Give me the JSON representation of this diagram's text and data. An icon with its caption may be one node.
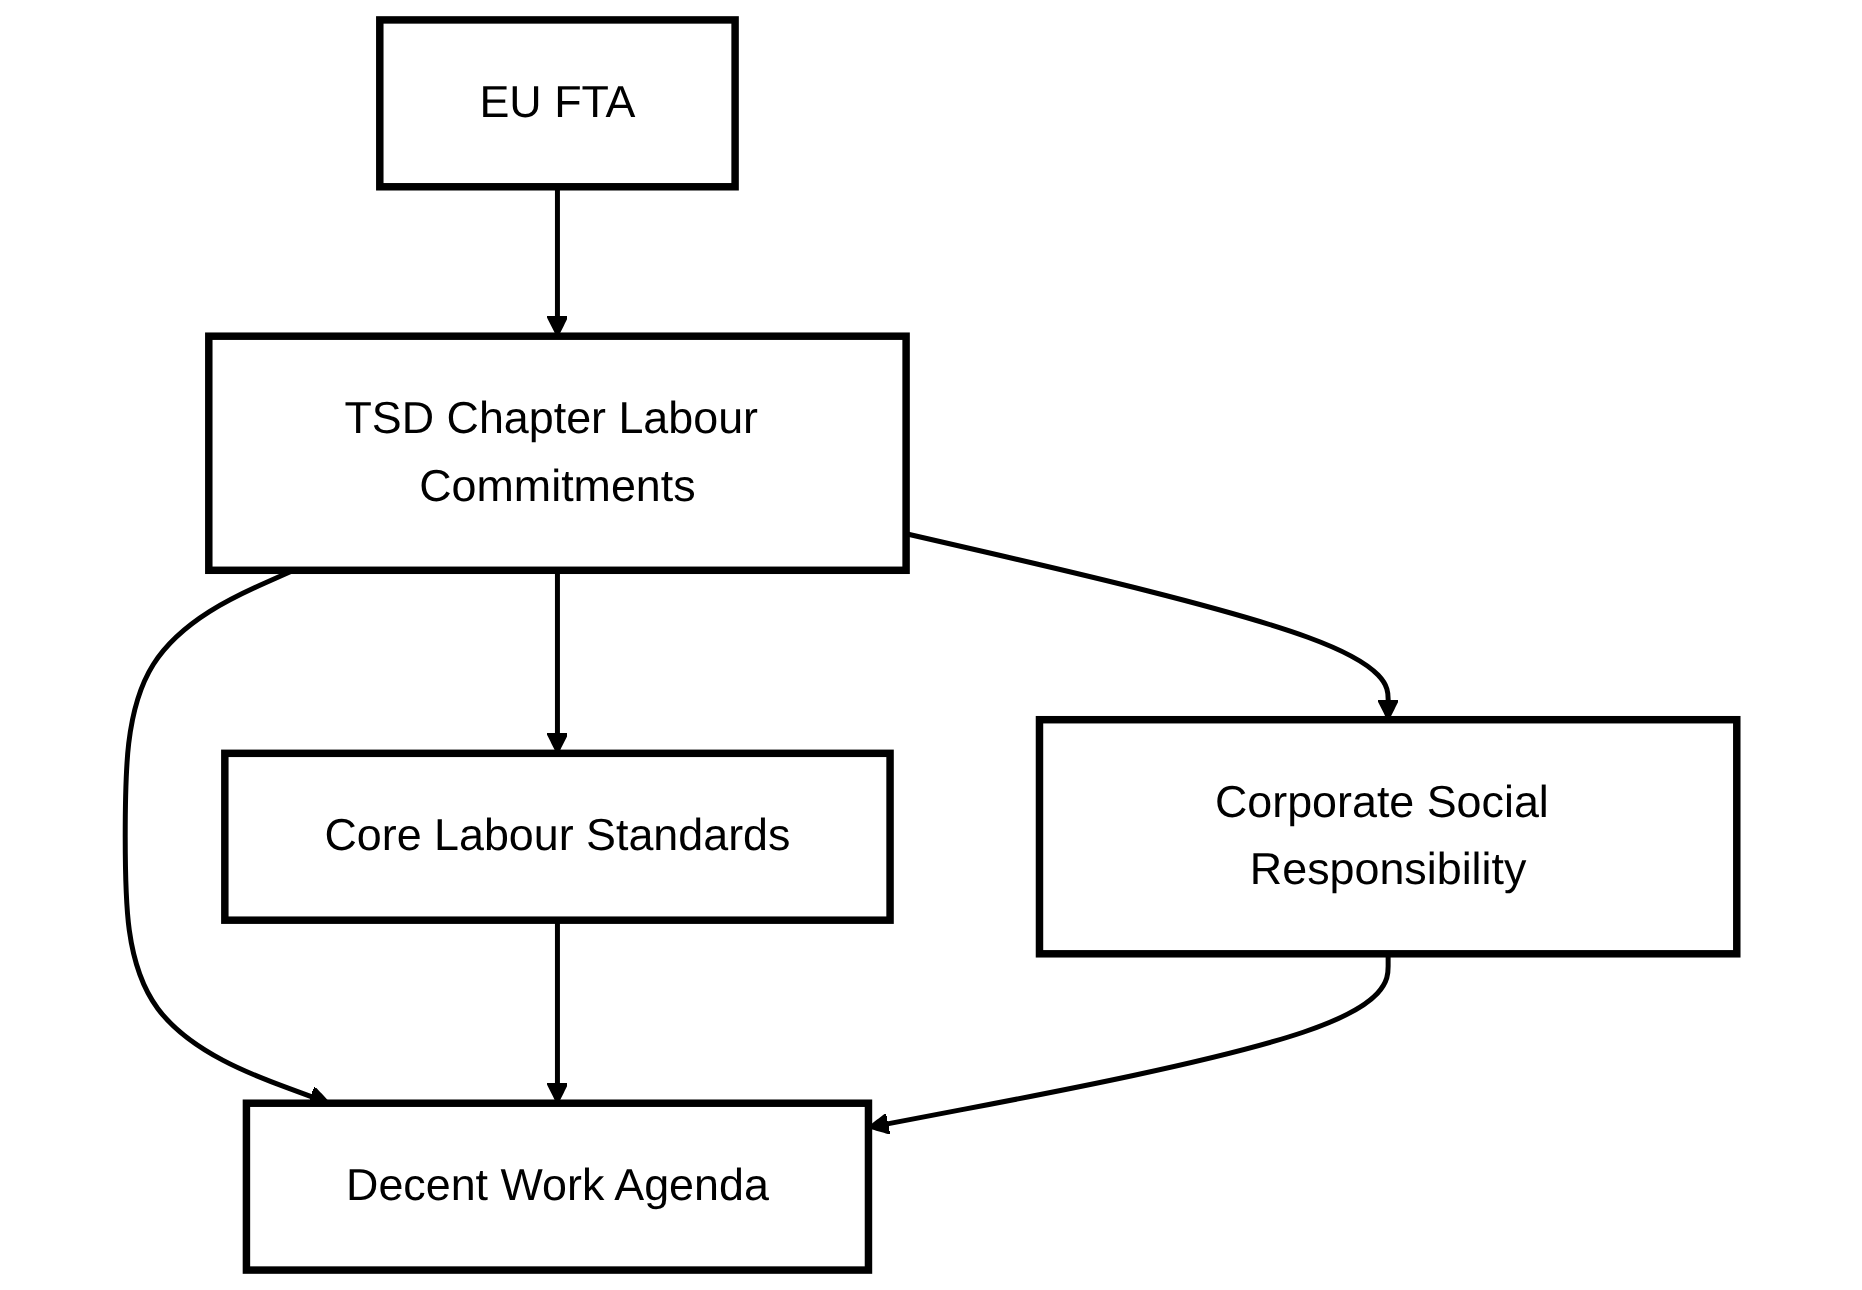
{
  "diagram": {
    "nodes": [
      {
        "text": [
          "EU FTA"
        ]
      },
      {
        "text": [
          "TSD Chapter Labour Commitments"
        ]
      },
      {
        "text": [
          "Core Labour Standards"
        ]
      },
      {
        "text": [
          "Corporate Social Responsibility"
        ]
      },
      {
        "text": [
          "Decent Work Agenda"
        ]
      }
    ],
    "edges": [
      {
        "from": 0,
        "to": 1,
        "arrow": "to"
      },
      {
        "from": 1,
        "to": 2,
        "arrow": "to"
      },
      {
        "from": 1,
        "to": 4,
        "arrow": "to"
      },
      {
        "from": 1,
        "to": 3,
        "arrow": "to"
      },
      {
        "from": 2,
        "to": 4,
        "arrow": "to"
      },
      {
        "from": 3,
        "to": 4,
        "arrow": "to"
      }
    ]
  }
}
